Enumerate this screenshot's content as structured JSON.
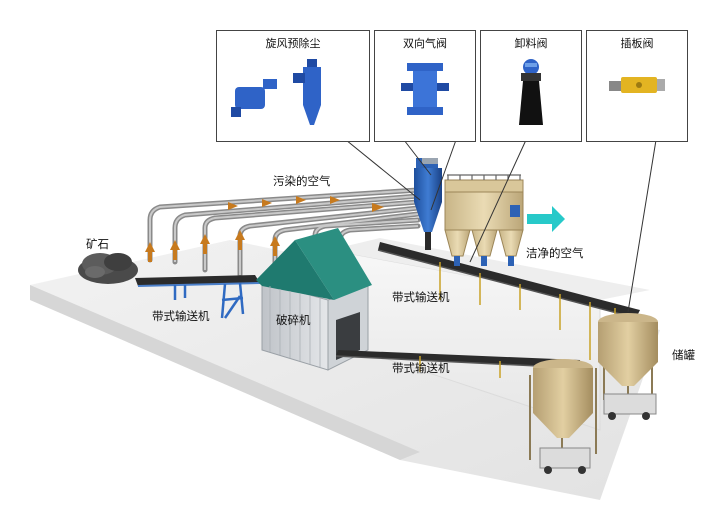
{
  "callouts": {
    "cyclone": "旋风预除尘",
    "double_flap": "双向气阀",
    "discharge": "卸料阀",
    "gate": "插板阀"
  },
  "labels": {
    "ore": "矿石",
    "polluted_air": "污染的空气",
    "clean_air": "洁净的空气",
    "crusher": "破碎机",
    "conveyor_left": "带式输送机",
    "conveyor_mid": "带式输送机",
    "conveyor_low": "带式输送机",
    "storage": "储罐"
  }
}
